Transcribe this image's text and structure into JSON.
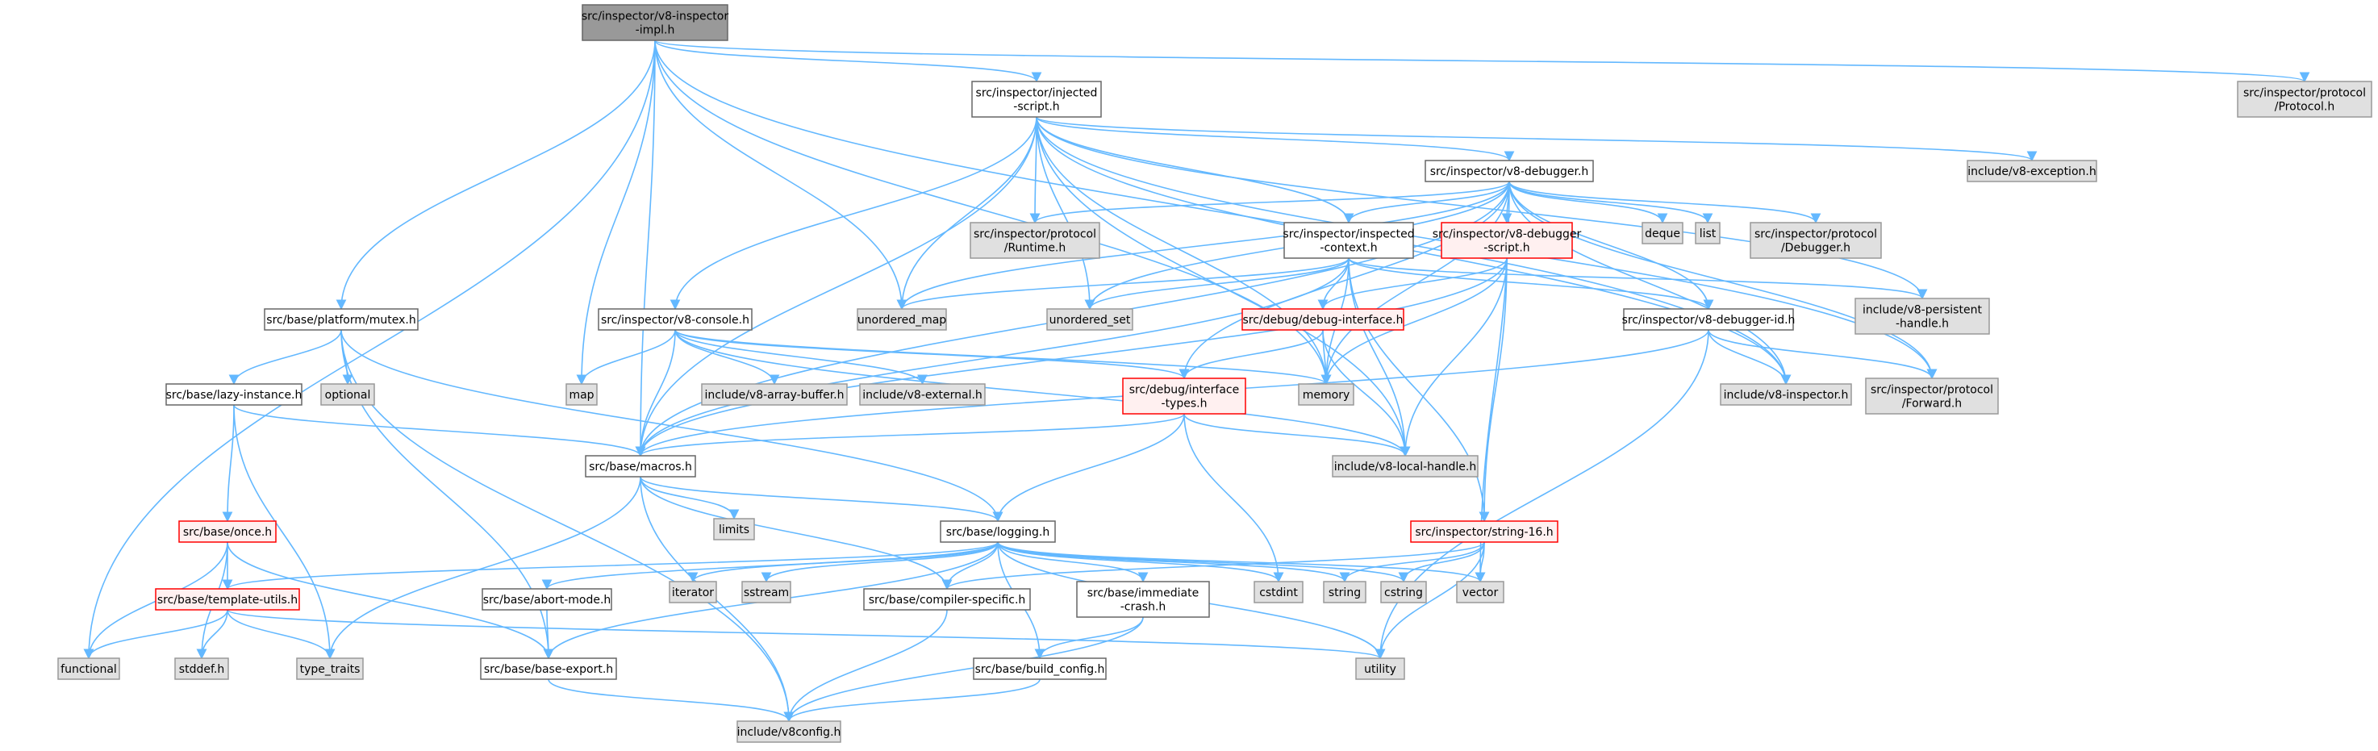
{
  "colors": {
    "root_fill": "#999999",
    "root_border": "#666666",
    "source_fill": "#ffffff",
    "source_border": "#666666",
    "system_fill": "#e0e0e0",
    "system_border": "#999999",
    "truncated_fill": "#fff0f0",
    "truncated_border": "#ff0000",
    "edge": "#63b8ff"
  },
  "nodes": [
    {
      "id": "v8_inspector_impl",
      "lines": [
        "src/inspector/v8-inspector",
        "-impl.h"
      ],
      "kind": "root"
    },
    {
      "id": "injected_script",
      "lines": [
        "src/inspector/injected",
        "-script.h"
      ],
      "kind": "source"
    },
    {
      "id": "protocol_protocol",
      "lines": [
        "src/inspector/protocol",
        "/Protocol.h"
      ],
      "kind": "system"
    },
    {
      "id": "v8_debugger",
      "lines": [
        "src/inspector/v8-debugger.h"
      ],
      "kind": "source"
    },
    {
      "id": "v8_exception",
      "lines": [
        "include/v8-exception.h"
      ],
      "kind": "system"
    },
    {
      "id": "protocol_runtime",
      "lines": [
        "src/inspector/protocol",
        "/Runtime.h"
      ],
      "kind": "system"
    },
    {
      "id": "inspected_context",
      "lines": [
        "src/inspector/inspected",
        "-context.h"
      ],
      "kind": "source"
    },
    {
      "id": "v8_debugger_script",
      "lines": [
        "src/inspector/v8-debugger",
        "-script.h"
      ],
      "kind": "truncated"
    },
    {
      "id": "deque",
      "lines": [
        "deque"
      ],
      "kind": "system"
    },
    {
      "id": "list",
      "lines": [
        "list"
      ],
      "kind": "system"
    },
    {
      "id": "protocol_debugger",
      "lines": [
        "src/inspector/protocol",
        "/Debugger.h"
      ],
      "kind": "system"
    },
    {
      "id": "mutex",
      "lines": [
        "src/base/platform/mutex.h"
      ],
      "kind": "source"
    },
    {
      "id": "v8_console",
      "lines": [
        "src/inspector/v8-console.h"
      ],
      "kind": "source"
    },
    {
      "id": "unordered_map",
      "lines": [
        "unordered_map"
      ],
      "kind": "system"
    },
    {
      "id": "unordered_set",
      "lines": [
        "unordered_set"
      ],
      "kind": "system"
    },
    {
      "id": "debug_interface",
      "lines": [
        "src/debug/debug-interface.h"
      ],
      "kind": "truncated"
    },
    {
      "id": "v8_persistent_handle",
      "lines": [
        "include/v8-persistent",
        "-handle.h"
      ],
      "kind": "system"
    },
    {
      "id": "v8_debugger_id",
      "lines": [
        "src/inspector/v8-debugger-id.h"
      ],
      "kind": "source"
    },
    {
      "id": "lazy_instance",
      "lines": [
        "src/base/lazy-instance.h"
      ],
      "kind": "source"
    },
    {
      "id": "optional",
      "lines": [
        "optional"
      ],
      "kind": "system"
    },
    {
      "id": "map",
      "lines": [
        "map"
      ],
      "kind": "system"
    },
    {
      "id": "v8_array_buffer",
      "lines": [
        "include/v8-array-buffer.h"
      ],
      "kind": "system"
    },
    {
      "id": "v8_external",
      "lines": [
        "include/v8-external.h"
      ],
      "kind": "system"
    },
    {
      "id": "interface_types",
      "lines": [
        "src/debug/interface",
        "-types.h"
      ],
      "kind": "truncated"
    },
    {
      "id": "memory",
      "lines": [
        "memory"
      ],
      "kind": "system"
    },
    {
      "id": "v8_inspector_h",
      "lines": [
        "include/v8-inspector.h"
      ],
      "kind": "system"
    },
    {
      "id": "protocol_forward",
      "lines": [
        "src/inspector/protocol",
        "/Forward.h"
      ],
      "kind": "system"
    },
    {
      "id": "macros",
      "lines": [
        "src/base/macros.h"
      ],
      "kind": "source"
    },
    {
      "id": "v8_local_handle",
      "lines": [
        "include/v8-local-handle.h"
      ],
      "kind": "system"
    },
    {
      "id": "once",
      "lines": [
        "src/base/once.h"
      ],
      "kind": "truncated"
    },
    {
      "id": "limits",
      "lines": [
        "limits"
      ],
      "kind": "system"
    },
    {
      "id": "logging",
      "lines": [
        "src/base/logging.h"
      ],
      "kind": "source"
    },
    {
      "id": "string_16",
      "lines": [
        "src/inspector/string-16.h"
      ],
      "kind": "truncated"
    },
    {
      "id": "template_utils",
      "lines": [
        "src/base/template-utils.h"
      ],
      "kind": "truncated"
    },
    {
      "id": "abort_mode",
      "lines": [
        "src/base/abort-mode.h"
      ],
      "kind": "source"
    },
    {
      "id": "iterator",
      "lines": [
        "iterator"
      ],
      "kind": "system"
    },
    {
      "id": "sstream",
      "lines": [
        "sstream"
      ],
      "kind": "system"
    },
    {
      "id": "compiler_specific",
      "lines": [
        "src/base/compiler-specific.h"
      ],
      "kind": "source"
    },
    {
      "id": "immediate_crash",
      "lines": [
        "src/base/immediate",
        "-crash.h"
      ],
      "kind": "source"
    },
    {
      "id": "cstdint",
      "lines": [
        "cstdint"
      ],
      "kind": "system"
    },
    {
      "id": "string",
      "lines": [
        "string"
      ],
      "kind": "system"
    },
    {
      "id": "cstring",
      "lines": [
        "cstring"
      ],
      "kind": "system"
    },
    {
      "id": "vector",
      "lines": [
        "vector"
      ],
      "kind": "system"
    },
    {
      "id": "functional",
      "lines": [
        "functional"
      ],
      "kind": "system"
    },
    {
      "id": "stddef",
      "lines": [
        "stddef.h"
      ],
      "kind": "system"
    },
    {
      "id": "type_traits",
      "lines": [
        "type_traits"
      ],
      "kind": "system"
    },
    {
      "id": "base_export",
      "lines": [
        "src/base/base-export.h"
      ],
      "kind": "source"
    },
    {
      "id": "build_config",
      "lines": [
        "src/base/build_config.h"
      ],
      "kind": "source"
    },
    {
      "id": "utility",
      "lines": [
        "utility"
      ],
      "kind": "system"
    },
    {
      "id": "v8config",
      "lines": [
        "include/v8config.h"
      ],
      "kind": "system"
    }
  ],
  "edges": [
    [
      "v8_inspector_impl",
      "injected_script"
    ],
    [
      "v8_inspector_impl",
      "protocol_protocol"
    ],
    [
      "v8_inspector_impl",
      "mutex"
    ],
    [
      "v8_inspector_impl",
      "map"
    ],
    [
      "v8_inspector_impl",
      "macros"
    ],
    [
      "v8_inspector_impl",
      "unordered_map"
    ],
    [
      "v8_inspector_impl",
      "functional"
    ],
    [
      "v8_inspector_impl",
      "v8_inspector_h"
    ],
    [
      "v8_inspector_impl",
      "memory"
    ],
    [
      "injected_script",
      "v8_debugger"
    ],
    [
      "injected_script",
      "v8_exception"
    ],
    [
      "injected_script",
      "protocol_runtime"
    ],
    [
      "injected_script",
      "inspected_context"
    ],
    [
      "injected_script",
      "v8_console"
    ],
    [
      "injected_script",
      "unordered_map"
    ],
    [
      "injected_script",
      "unordered_set"
    ],
    [
      "injected_script",
      "v8_persistent_handle"
    ],
    [
      "injected_script",
      "macros"
    ],
    [
      "injected_script",
      "memory"
    ],
    [
      "injected_script",
      "protocol_forward"
    ],
    [
      "injected_script",
      "v8_local_handle"
    ],
    [
      "injected_script",
      "v8_inspector_h"
    ],
    [
      "v8_debugger",
      "inspected_context"
    ],
    [
      "v8_debugger",
      "v8_debugger_script"
    ],
    [
      "v8_debugger",
      "deque"
    ],
    [
      "v8_debugger",
      "list"
    ],
    [
      "v8_debugger",
      "protocol_debugger"
    ],
    [
      "v8_debugger",
      "protocol_runtime"
    ],
    [
      "v8_debugger",
      "unordered_map"
    ],
    [
      "v8_debugger",
      "unordered_set"
    ],
    [
      "v8_debugger",
      "v8_debugger_id"
    ],
    [
      "v8_debugger",
      "v8_inspector_h"
    ],
    [
      "v8_debugger",
      "protocol_forward"
    ],
    [
      "v8_debugger",
      "vector"
    ],
    [
      "v8_debugger",
      "macros"
    ],
    [
      "v8_debugger",
      "memory"
    ],
    [
      "v8_debugger",
      "interface_types"
    ],
    [
      "inspected_context",
      "debug_interface"
    ],
    [
      "inspected_context",
      "unordered_map"
    ],
    [
      "inspected_context",
      "unordered_set"
    ],
    [
      "inspected_context",
      "memory"
    ],
    [
      "inspected_context",
      "string_16"
    ],
    [
      "inspected_context",
      "v8_local_handle"
    ],
    [
      "inspected_context",
      "v8_persistent_handle"
    ],
    [
      "inspected_context",
      "macros"
    ],
    [
      "inspected_context",
      "v8_debugger_id"
    ],
    [
      "v8_debugger_script",
      "debug_interface"
    ],
    [
      "v8_debugger_script",
      "memory"
    ],
    [
      "v8_debugger_script",
      "string_16"
    ],
    [
      "v8_debugger_script",
      "v8_local_handle"
    ],
    [
      "v8_debugger_script",
      "macros"
    ],
    [
      "debug_interface",
      "memory"
    ],
    [
      "debug_interface",
      "interface_types"
    ],
    [
      "debug_interface",
      "v8_local_handle"
    ],
    [
      "v8_debugger_id",
      "v8_inspector_h"
    ],
    [
      "v8_debugger_id",
      "protocol_forward"
    ],
    [
      "v8_debugger_id",
      "utility"
    ],
    [
      "v8_debugger_id",
      "macros"
    ],
    [
      "v8_console",
      "map"
    ],
    [
      "v8_console",
      "v8_array_buffer"
    ],
    [
      "v8_console",
      "v8_external"
    ],
    [
      "v8_console",
      "interface_types"
    ],
    [
      "v8_console",
      "macros"
    ],
    [
      "v8_console",
      "memory"
    ],
    [
      "v8_console",
      "v8_local_handle"
    ],
    [
      "mutex",
      "lazy_instance"
    ],
    [
      "mutex",
      "optional"
    ],
    [
      "mutex",
      "logging"
    ],
    [
      "mutex",
      "base_export"
    ],
    [
      "mutex",
      "v8config"
    ],
    [
      "lazy_instance",
      "once"
    ],
    [
      "lazy_instance",
      "macros"
    ],
    [
      "lazy_instance",
      "type_traits"
    ],
    [
      "interface_types",
      "macros"
    ],
    [
      "interface_types",
      "logging"
    ],
    [
      "interface_types",
      "cstdint"
    ],
    [
      "interface_types",
      "v8_local_handle"
    ],
    [
      "macros",
      "limits"
    ],
    [
      "macros",
      "logging"
    ],
    [
      "macros",
      "compiler_specific"
    ],
    [
      "macros",
      "type_traits"
    ],
    [
      "macros",
      "v8config"
    ],
    [
      "once",
      "template_utils"
    ],
    [
      "once",
      "functional"
    ],
    [
      "once",
      "stddef"
    ],
    [
      "once",
      "base_export"
    ],
    [
      "logging",
      "template_utils"
    ],
    [
      "logging",
      "abort_mode"
    ],
    [
      "logging",
      "iterator"
    ],
    [
      "logging",
      "sstream"
    ],
    [
      "logging",
      "compiler_specific"
    ],
    [
      "logging",
      "immediate_crash"
    ],
    [
      "logging",
      "cstdint"
    ],
    [
      "logging",
      "string"
    ],
    [
      "logging",
      "cstring"
    ],
    [
      "logging",
      "vector"
    ],
    [
      "logging",
      "base_export"
    ],
    [
      "logging",
      "build_config"
    ],
    [
      "logging",
      "utility"
    ],
    [
      "string_16",
      "compiler_specific"
    ],
    [
      "string_16",
      "string"
    ],
    [
      "string_16",
      "cstring"
    ],
    [
      "string_16",
      "vector"
    ],
    [
      "string_16",
      "utility"
    ],
    [
      "template_utils",
      "functional"
    ],
    [
      "template_utils",
      "stddef"
    ],
    [
      "template_utils",
      "type_traits"
    ],
    [
      "template_utils",
      "utility"
    ],
    [
      "abort_mode",
      "base_export"
    ],
    [
      "compiler_specific",
      "v8config"
    ],
    [
      "immediate_crash",
      "build_config"
    ],
    [
      "immediate_crash",
      "v8config"
    ],
    [
      "base_export",
      "v8config"
    ],
    [
      "build_config",
      "v8config"
    ]
  ]
}
